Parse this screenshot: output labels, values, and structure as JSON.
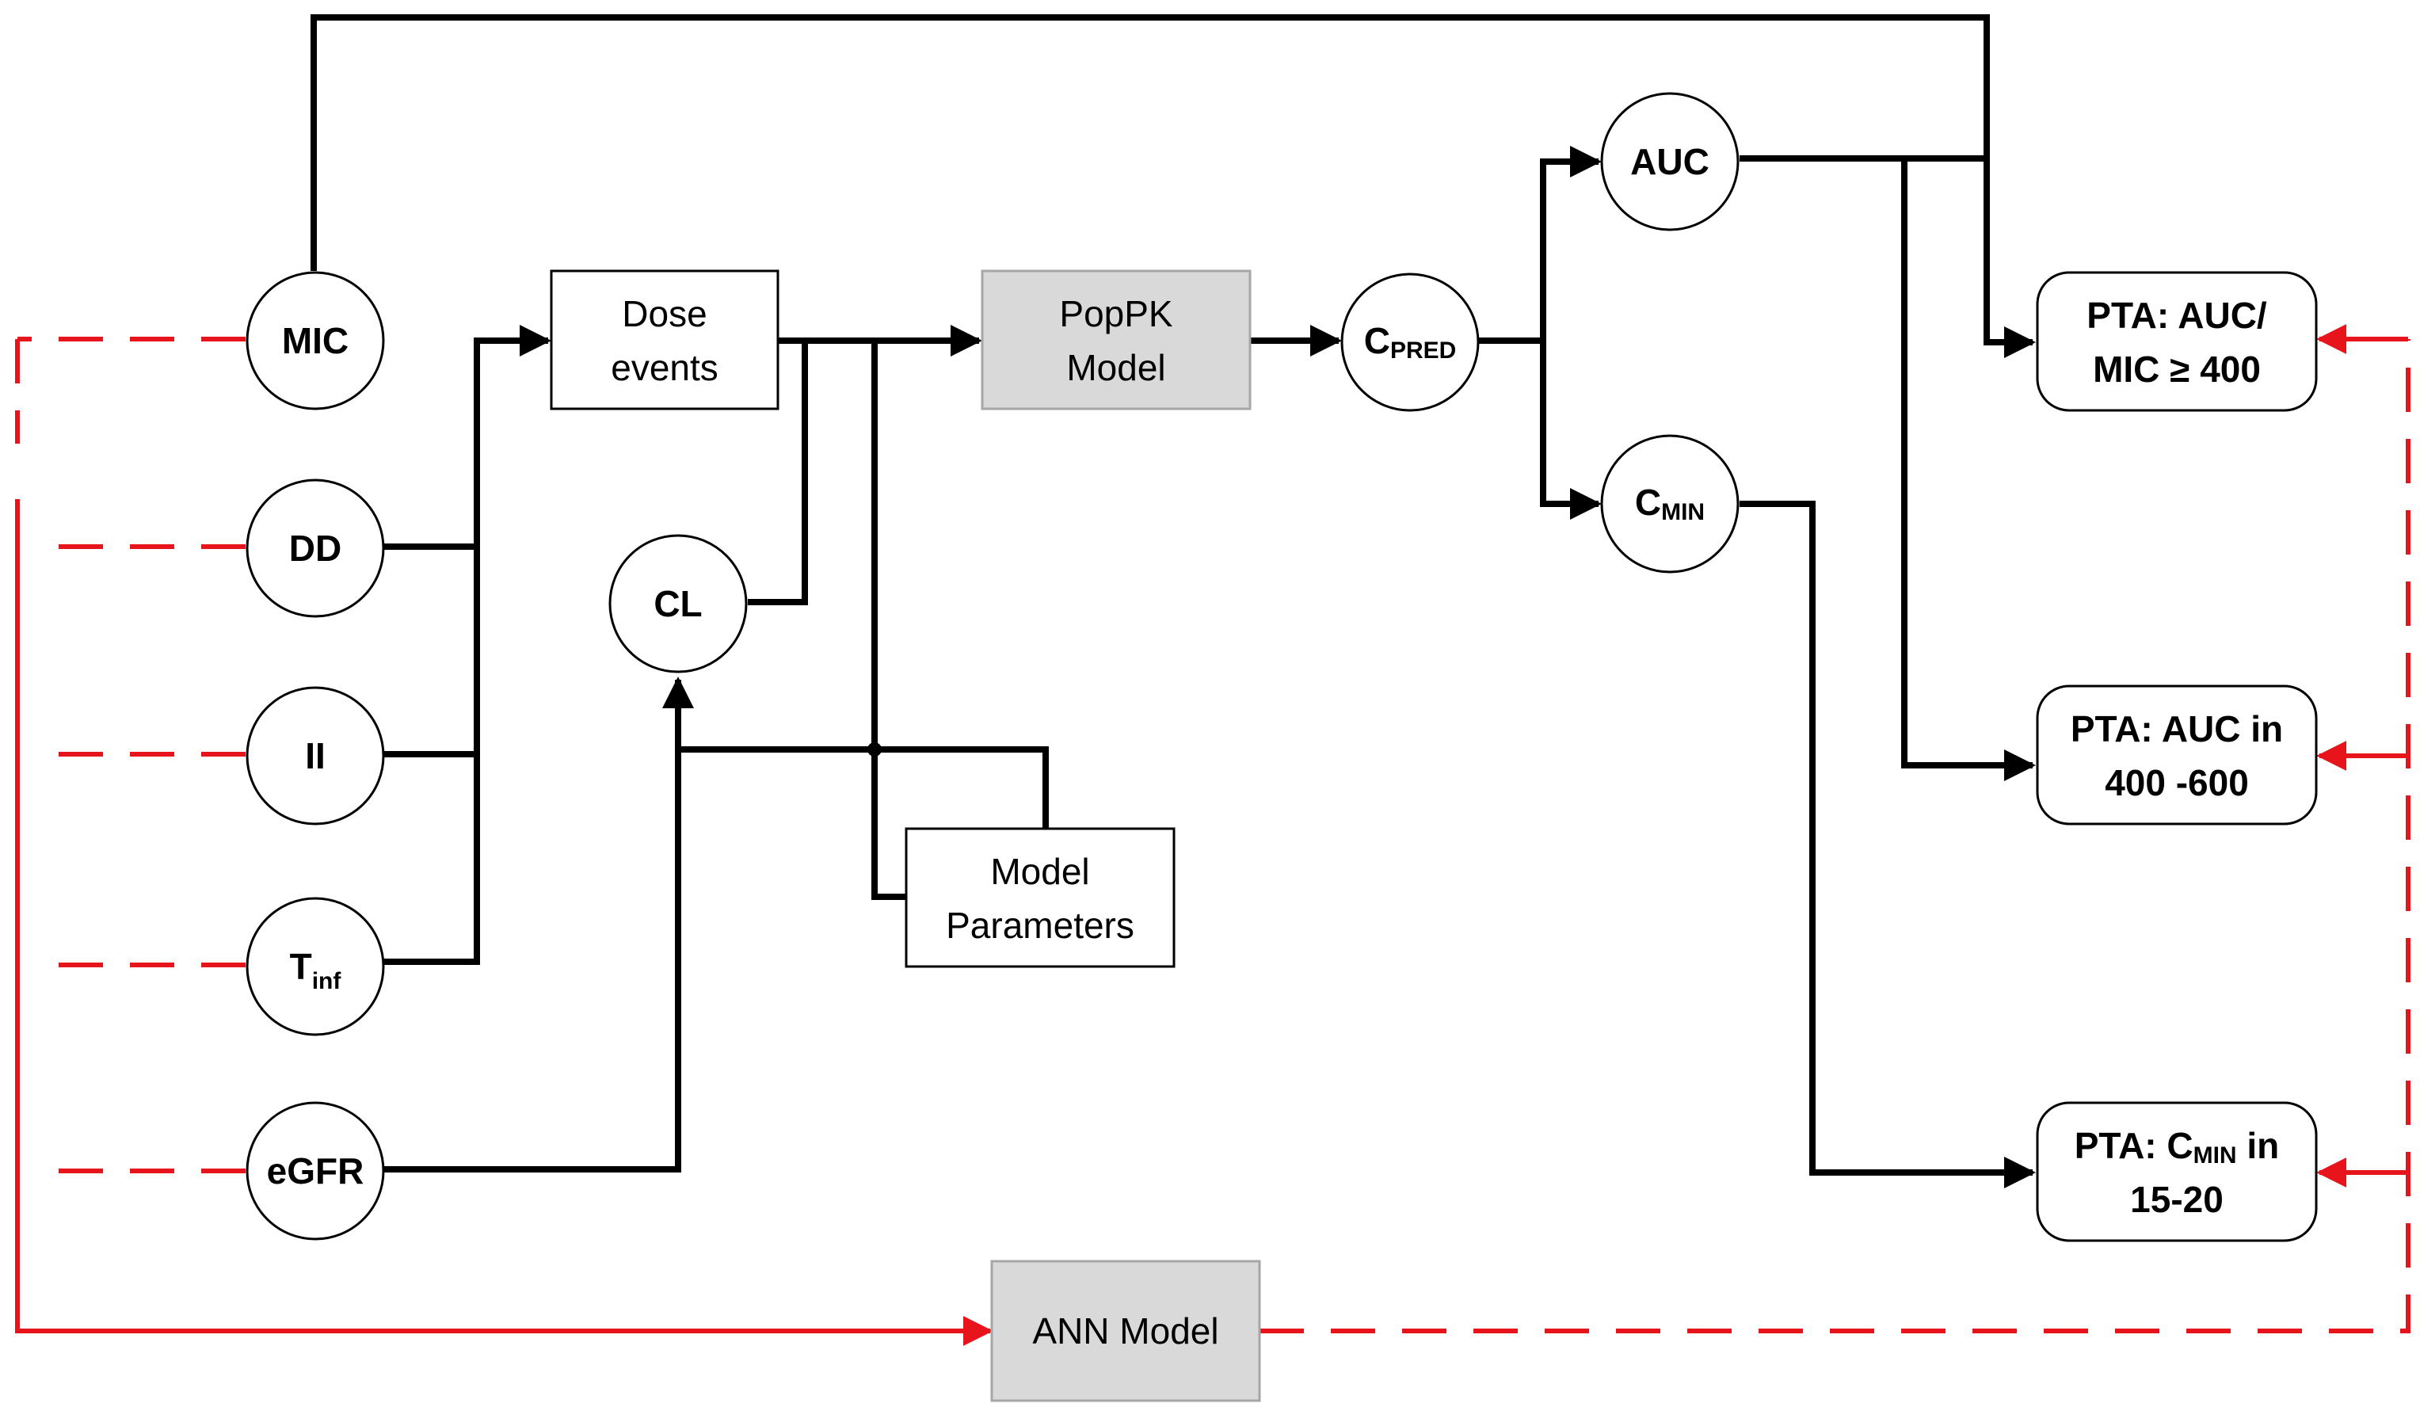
{
  "nodes": {
    "mic": {
      "label": "MIC"
    },
    "dd": {
      "label": "DD"
    },
    "ii": {
      "label": "II"
    },
    "tinf": {
      "main": "T",
      "sub": "inf"
    },
    "egfr": {
      "label": "eGFR"
    },
    "cl": {
      "label": "CL"
    },
    "dose_events": {
      "line1": "Dose",
      "line2": "events"
    },
    "popk_model": {
      "line1": "PopPK",
      "line2": "Model"
    },
    "model_parameters": {
      "line1": "Model",
      "line2": "Parameters"
    },
    "cpred": {
      "main": "C",
      "sub": "PRED"
    },
    "auc": {
      "label": "AUC"
    },
    "cmin": {
      "main": "C",
      "sub": "MIN"
    },
    "pta_auc_mic": {
      "line1": "PTA: AUC/",
      "line2": "MIC ≥ 400"
    },
    "pta_auc_range": {
      "line1": "PTA: AUC in",
      "line2": "400 -600"
    },
    "pta_cmin": {
      "line1_prefix": "PTA: C",
      "line1_sub": "MIN",
      "line1_suffix": " in",
      "line2": "15-20"
    },
    "ann_model": {
      "label": "ANN Model"
    }
  },
  "colors": {
    "line": "#000000",
    "red_dashed": "#e8141b",
    "grey_box_fill": "#d9d9d9",
    "grey_box_stroke": "#a6a6a6"
  }
}
